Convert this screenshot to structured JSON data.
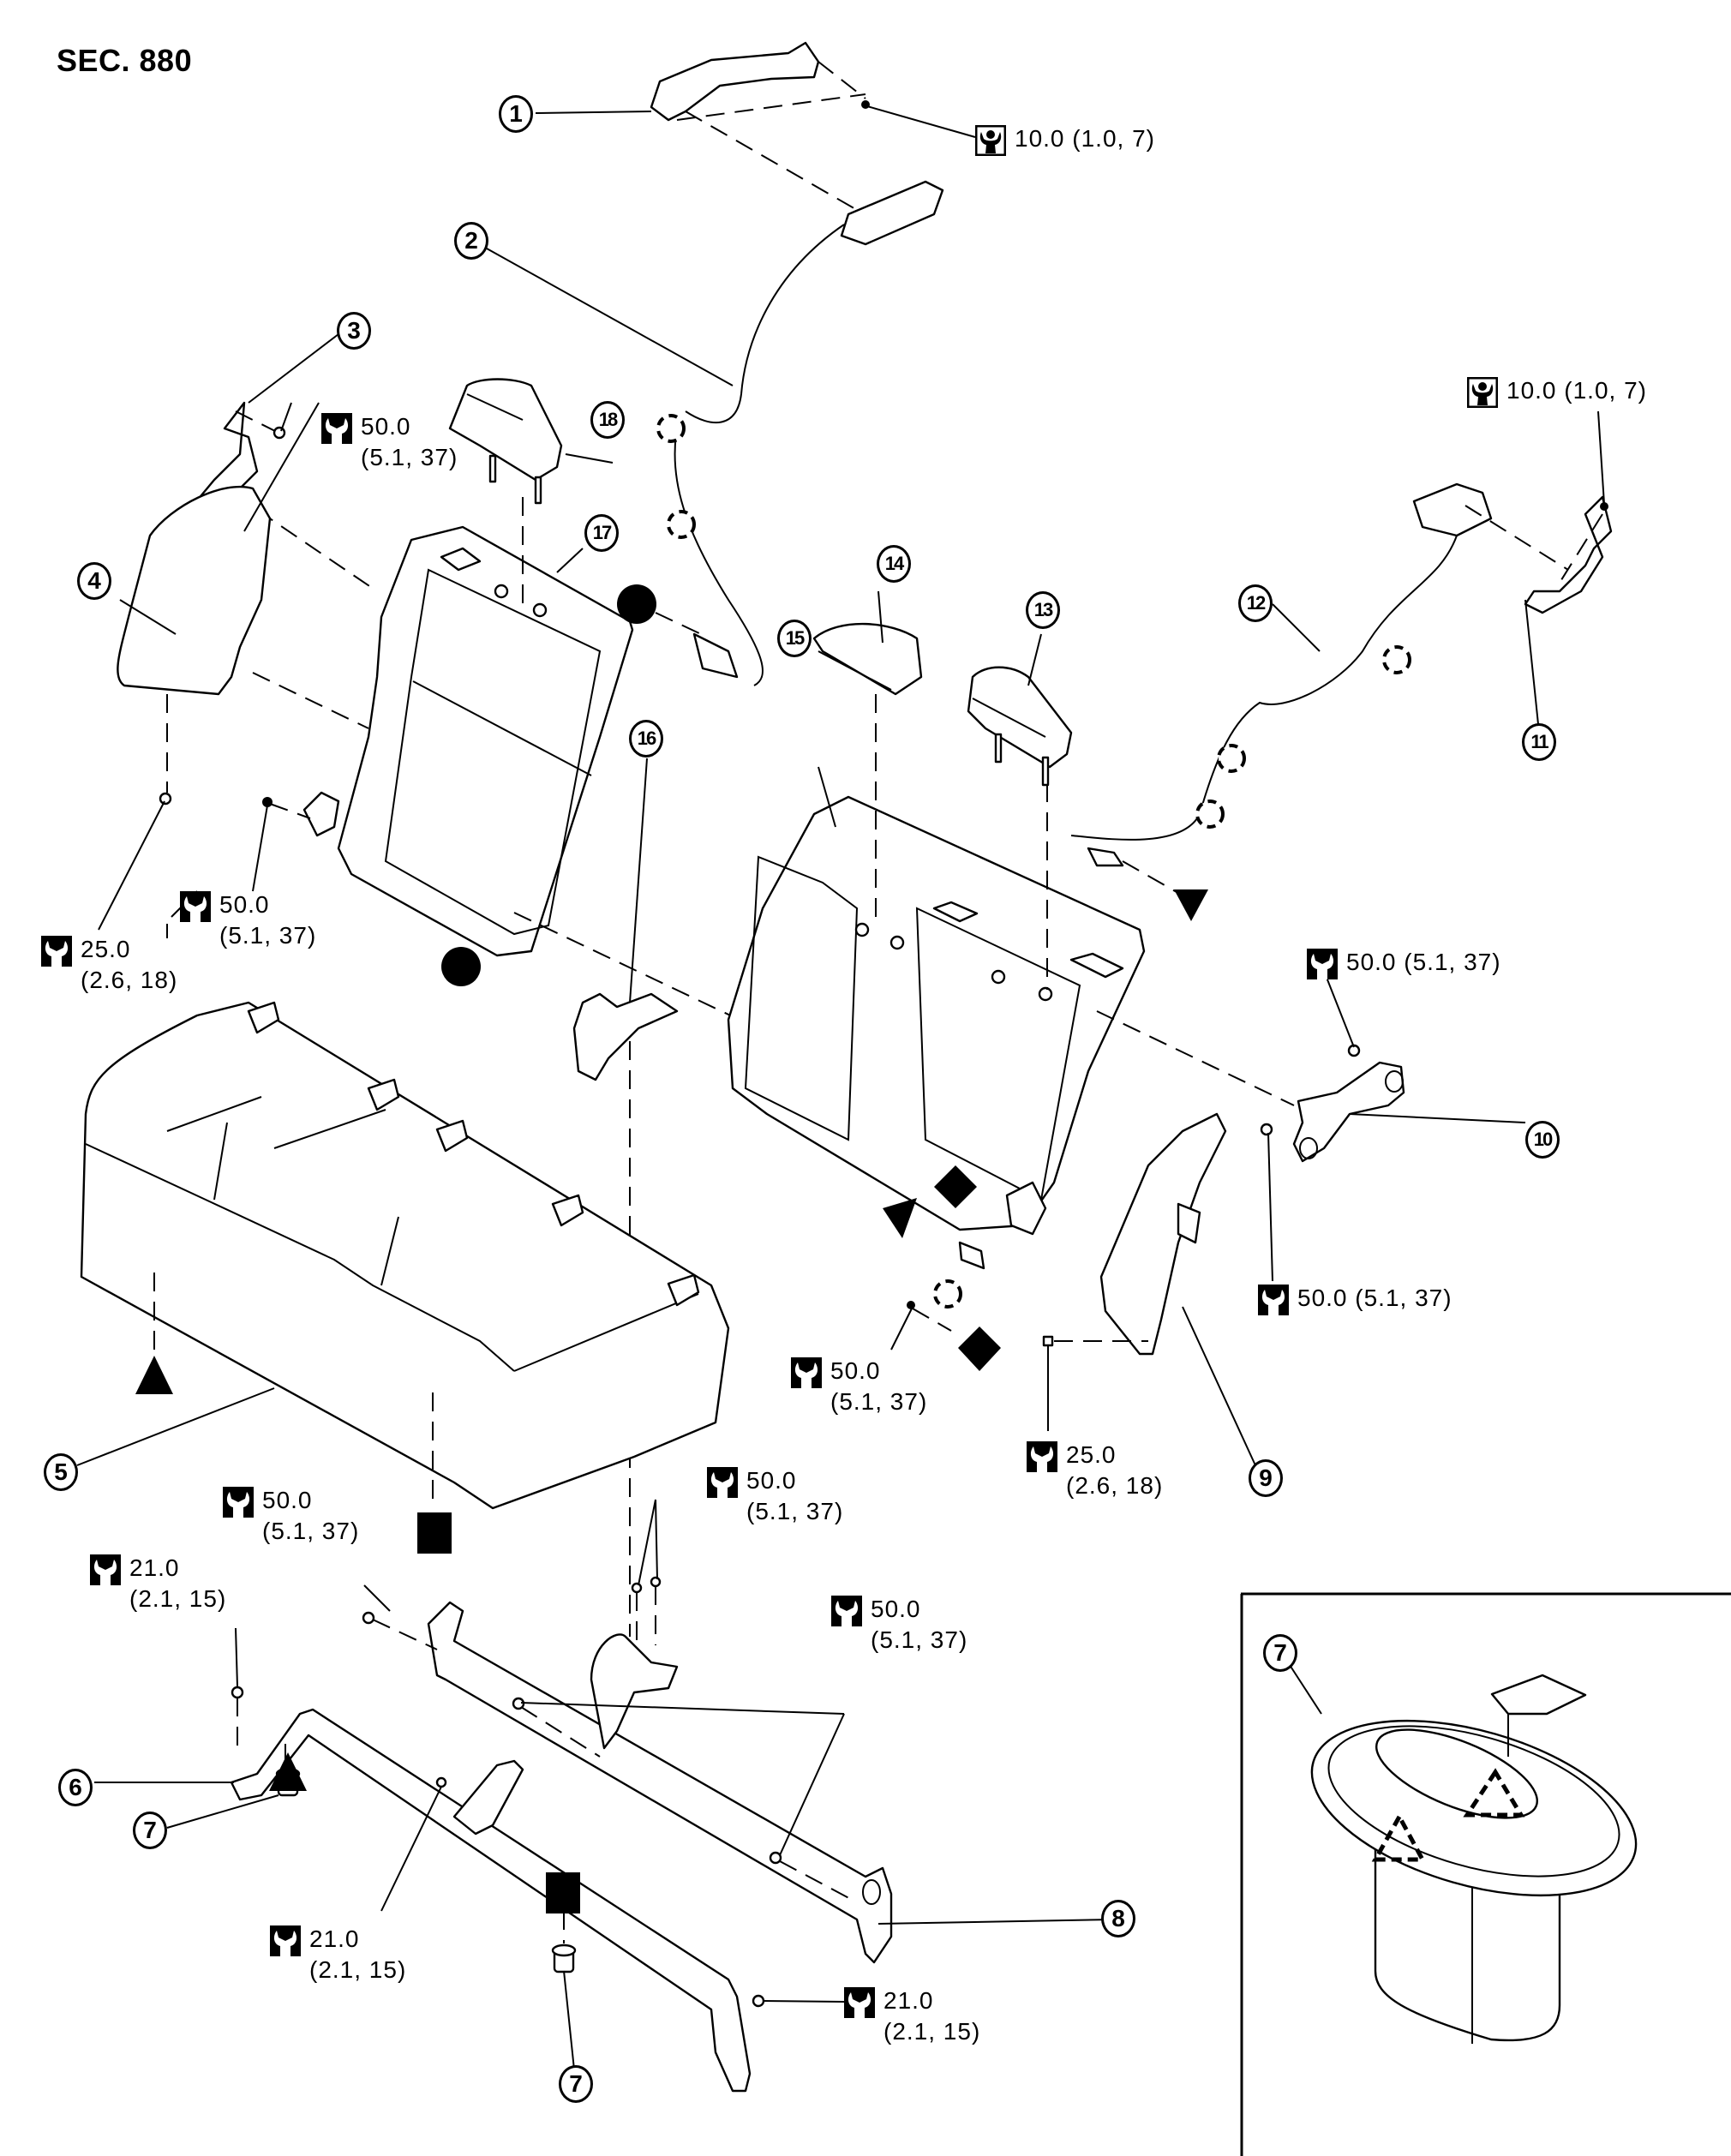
{
  "title": "SEC. 880",
  "callouts": {
    "c1": "1",
    "c2": "2",
    "c3": "3",
    "c4": "4",
    "c5": "5",
    "c6": "6",
    "c7a": "7",
    "c7b": "7",
    "c7c": "7",
    "c8": "8",
    "c9": "9",
    "c10": "10",
    "c11": "11",
    "c12": "12",
    "c13": "13",
    "c14": "14",
    "c15": "15",
    "c16": "16",
    "c17": "17",
    "c18": "18"
  },
  "torque_specs": {
    "t1": {
      "icon": "special-wrench-icon",
      "value": "10.0 (1.0, 7)"
    },
    "t2": {
      "icon": "special-wrench-icon",
      "value": "10.0 (1.0, 7)"
    },
    "t3": {
      "icon": "wrench-icon",
      "line1": "50.0",
      "line2": "(5.1, 37)"
    },
    "t4": {
      "icon": "wrench-icon",
      "line1": "50.0",
      "line2": "(5.1, 37)"
    },
    "t5": {
      "icon": "wrench-icon",
      "line1": "25.0",
      "line2": "(2.6, 18)"
    },
    "t6": {
      "icon": "wrench-icon",
      "value": "50.0 (5.1, 37)"
    },
    "t7": {
      "icon": "wrench-icon",
      "value": "50.0 (5.1, 37)"
    },
    "t8": {
      "icon": "wrench-icon",
      "line1": "50.0",
      "line2": "(5.1, 37)"
    },
    "t9": {
      "icon": "wrench-icon",
      "line1": "25.0",
      "line2": "(2.6, 18)"
    },
    "t10": {
      "icon": "wrench-icon",
      "line1": "50.0",
      "line2": "(5.1, 37)"
    },
    "t11": {
      "icon": "wrench-icon",
      "line1": "50.0",
      "line2": "(5.1, 37)"
    },
    "t12": {
      "icon": "wrench-icon",
      "line1": "21.0",
      "line2": "(2.1, 15)"
    },
    "t13": {
      "icon": "wrench-icon",
      "line1": "50.0",
      "line2": "(5.1, 37)"
    },
    "t14": {
      "icon": "wrench-icon",
      "line1": "21.0",
      "line2": "(2.1, 15)"
    },
    "t15": {
      "icon": "wrench-icon",
      "line1": "21.0",
      "line2": "(2.1, 15)"
    }
  },
  "markers": [
    "filled-circle",
    "filled-circle",
    "filled-triangle-down",
    "filled-triangle-down",
    "filled-diamond",
    "filled-diamond",
    "filled-triangle-up",
    "filled-triangle-up",
    "filled-square",
    "filled-square"
  ],
  "inset": {
    "callout": "7",
    "detail": "clip-detail-with-dashed-triangles"
  }
}
